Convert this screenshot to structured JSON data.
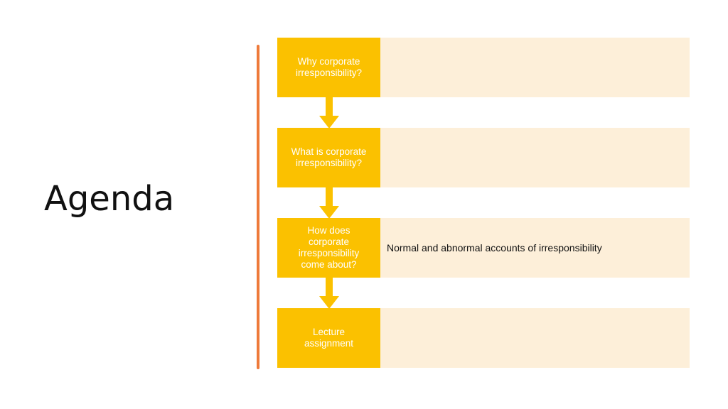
{
  "title": "Agenda",
  "colors": {
    "accent_box": "#FBC100",
    "content_box": "#FDEFD9",
    "divider": "#EE7A3A",
    "arrow": "#FBC100"
  },
  "steps": [
    {
      "label": "Why corporate irresponsibility?",
      "description": ""
    },
    {
      "label": "What is corporate irresponsibility?",
      "description": ""
    },
    {
      "label": "How does corporate irresponsibility come about?",
      "description": "Normal and abnormal accounts of irresponsibility"
    },
    {
      "label": "Lecture assignment",
      "description": ""
    }
  ]
}
